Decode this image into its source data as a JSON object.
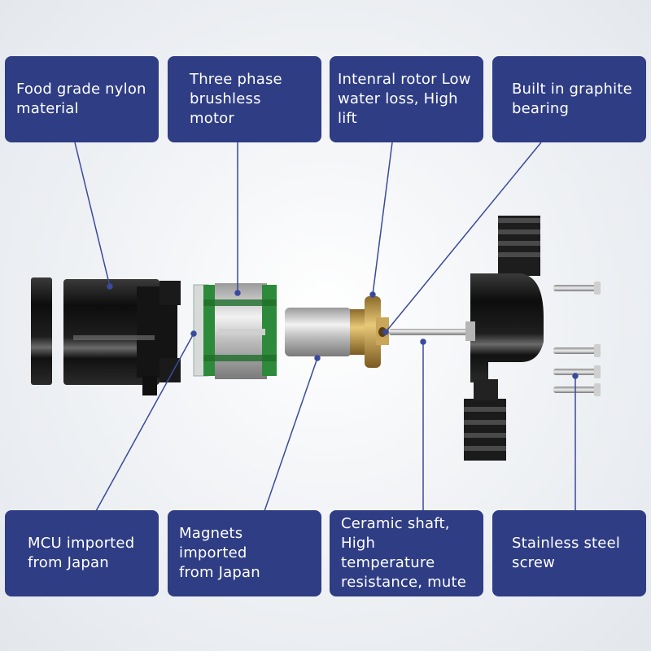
{
  "labels": [
    {
      "id": "food-grade-nylon",
      "text": "Food grade nylon\nmaterial"
    },
    {
      "id": "brushless-motor",
      "text": "Three phase\nbrushless motor"
    },
    {
      "id": "internal-rotor",
      "text": "Intenral rotor Low\nwater loss, High lift"
    },
    {
      "id": "graphite-bearing",
      "text": "Built in graphite\nbearing"
    },
    {
      "id": "mcu",
      "text": "MCU imported\nfrom Japan"
    },
    {
      "id": "magnets",
      "text": "Magnets imported\nfrom Japan"
    },
    {
      "id": "ceramic-shaft",
      "text": "Ceramic shaft,\nHigh temperature\nresistance, mute"
    },
    {
      "id": "stainless-screw",
      "text": "Stainless steel\nscrew"
    }
  ],
  "colors": {
    "label_bg": "#2e3d84",
    "label_text": "#ffffff",
    "leader_line": "#3a4a9a"
  }
}
